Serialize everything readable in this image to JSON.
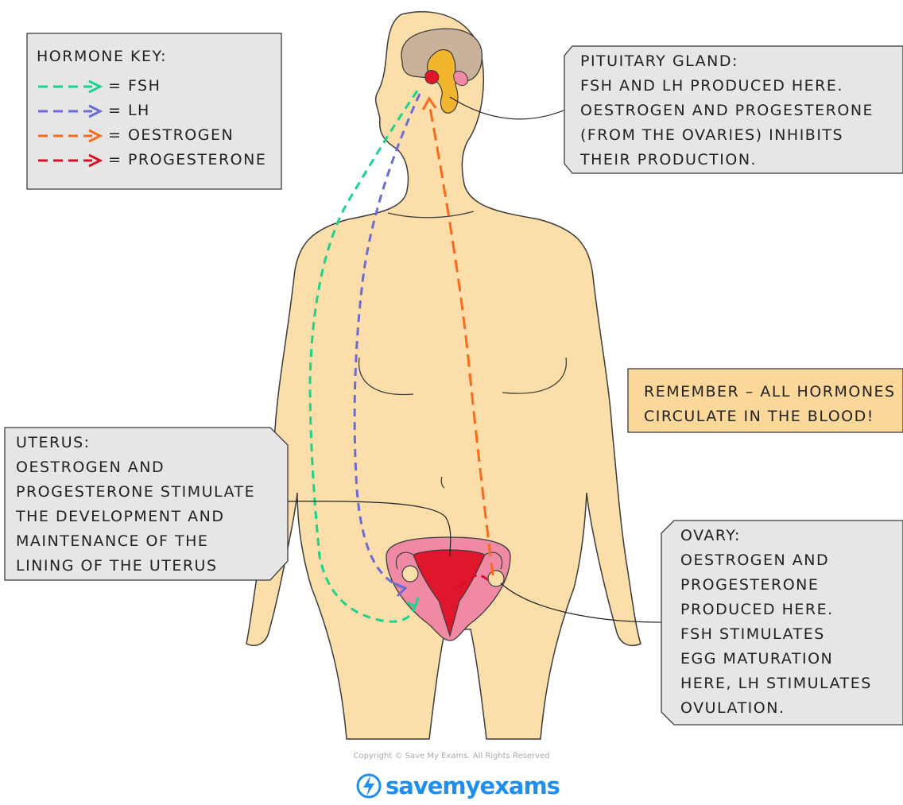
{
  "key": {
    "title": "HORMONE KEY:",
    "items": [
      {
        "label": "= FSH",
        "color": "#19d48a"
      },
      {
        "label": "= LH",
        "color": "#6b6bd6"
      },
      {
        "label": "= OESTROGEN",
        "color": "#fa6a1c"
      },
      {
        "label": "= PROGESTERONE",
        "color": "#d8102a"
      }
    ]
  },
  "pituitary": {
    "lines": [
      "PITUITARY GLAND:",
      "FSH AND LH PRODUCED HERE.",
      "OESTROGEN AND PROGESTERONE",
      "(FROM THE OVARIES) INHIBITS",
      "THEIR PRODUCTION."
    ]
  },
  "remember": {
    "lines": [
      "REMEMBER – ALL HORMONES",
      "CIRCULATE IN THE BLOOD!"
    ]
  },
  "uterus": {
    "lines": [
      "UTERUS:",
      "OESTROGEN AND",
      "PROGESTERONE STIMULATE",
      "THE DEVELOPMENT AND",
      "MAINTENANCE OF THE",
      "LINING OF THE UTERUS"
    ]
  },
  "ovary": {
    "lines": [
      "OVARY:",
      "OESTROGEN AND",
      "PROGESTERONE",
      "PRODUCED HERE.",
      "FSH STIMULATES",
      "EGG MATURATION",
      "HERE, LH STIMULATES",
      "OVULATION."
    ]
  },
  "footer": {
    "copyright": "Copyright © Save My Exams. All Rights Reserved",
    "logo_text": "savemyexams"
  },
  "colors": {
    "skin": "#fbdeaa",
    "box_fill": "#e6e6e6",
    "remember_fill": "#fcd89a",
    "brain": "#c9b19a",
    "pituitary": "#f2b52e",
    "uterus_pink": "#f08aa4",
    "uterus_red": "#e0162c",
    "logo_blue": "#1f8ef1"
  }
}
